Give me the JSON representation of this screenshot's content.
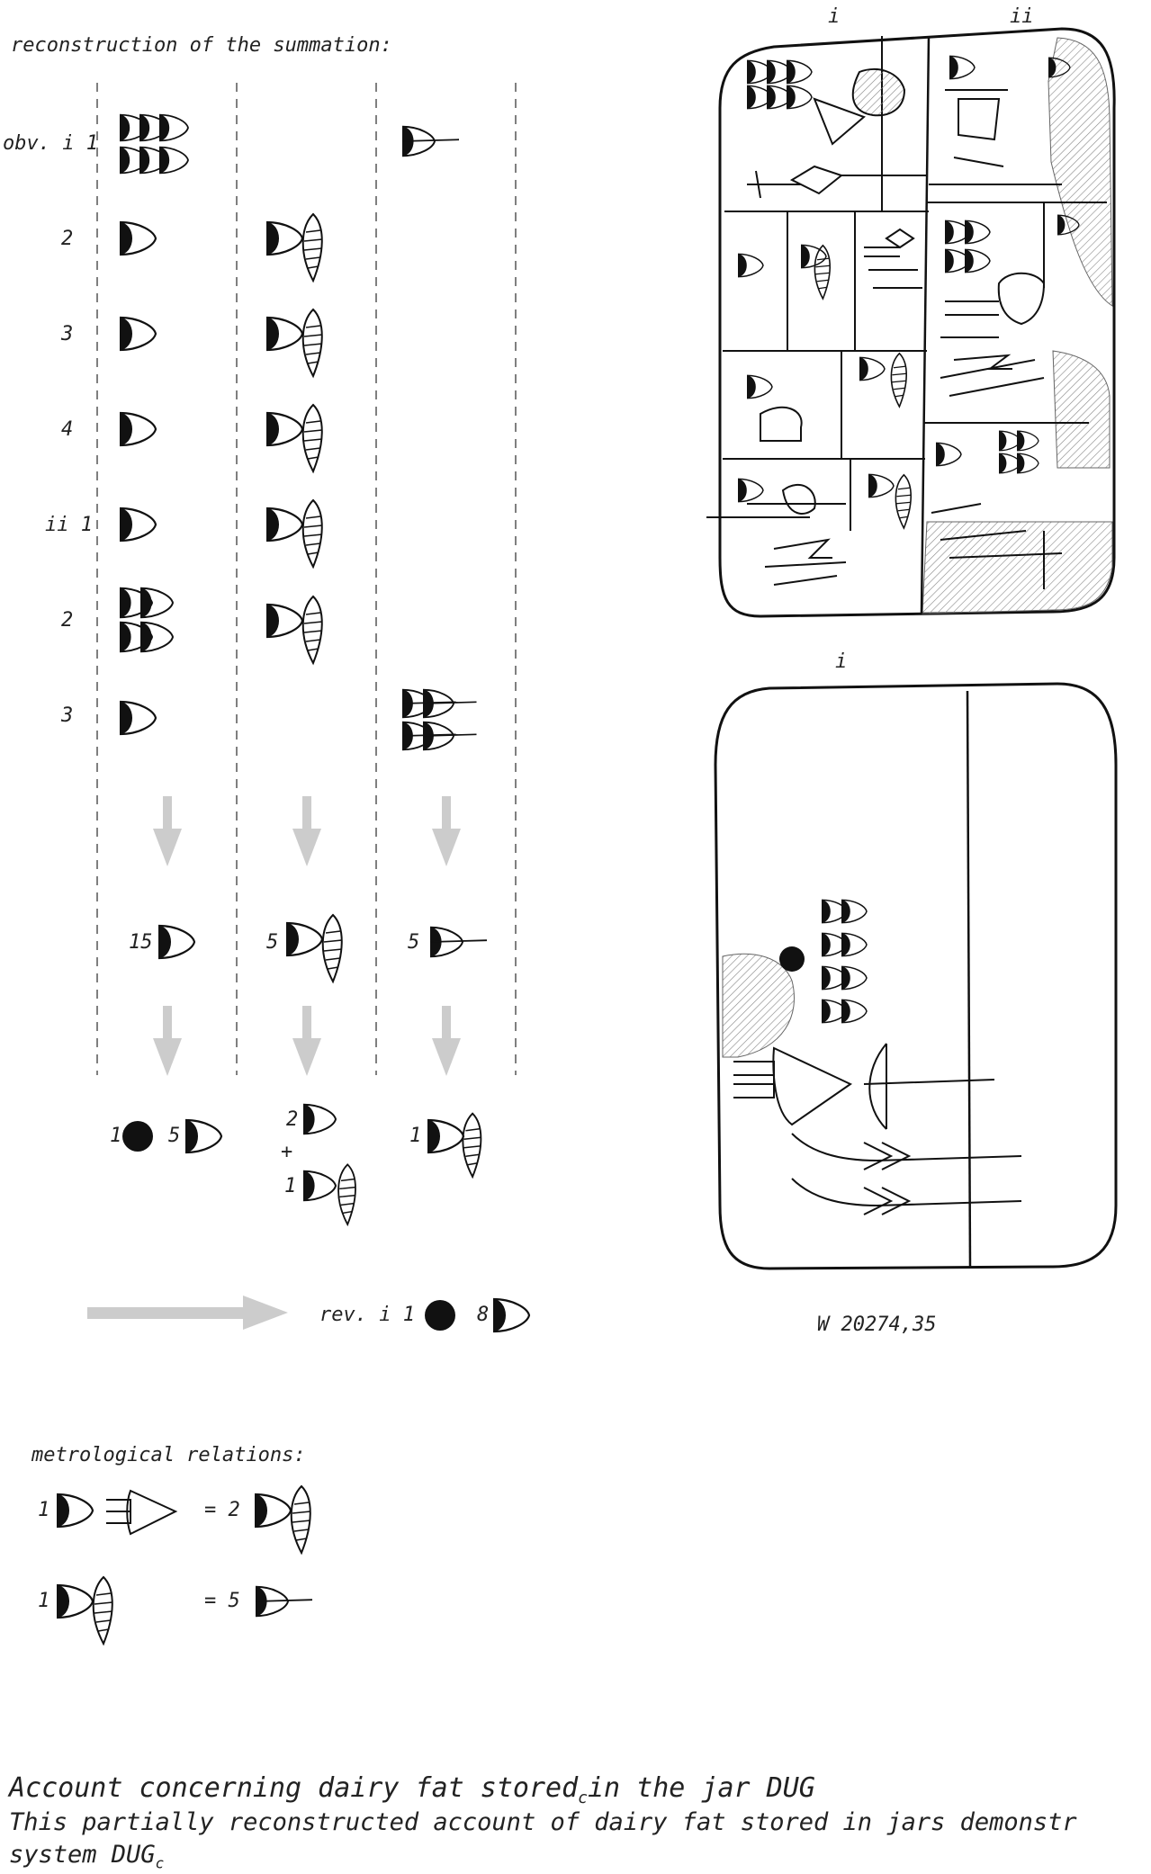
{
  "summation": {
    "heading": "reconstruction of the summation:",
    "line_labels": [
      "obv. i 1",
      "2",
      "3",
      "4",
      "ii 1",
      "2",
      "3"
    ],
    "totals": [
      "15",
      "5",
      "5"
    ],
    "converted": {
      "col1_a": "1",
      "col1_b": "5",
      "col2_a": "2",
      "col2_plus": "+",
      "col2_b": "1",
      "col3": "1"
    },
    "result": {
      "label": "rev. i 1",
      "count": "8"
    }
  },
  "tablet": {
    "obverse_cols": [
      "i",
      "ii"
    ],
    "reverse_cols": [
      "i"
    ],
    "museum_number": "W 20274,35"
  },
  "metrology": {
    "heading": "metrological relations:",
    "rel1": {
      "left": "1",
      "eq": "= 2"
    },
    "rel2": {
      "left": "1",
      "eq": "= 5"
    }
  },
  "caption": {
    "title_a": "Account concerning dairy fat stored",
    "title_sub": "c",
    "title_b": "in the jar DUG",
    "body_line1": "This partially reconstructed account of dairy fat stored in jars demonstr",
    "body_line2_a": "system DUG",
    "body_line2_sub": "c"
  },
  "colors": {
    "ink": "#111111",
    "arrow": "#cccccc",
    "hatch": "#999999"
  }
}
